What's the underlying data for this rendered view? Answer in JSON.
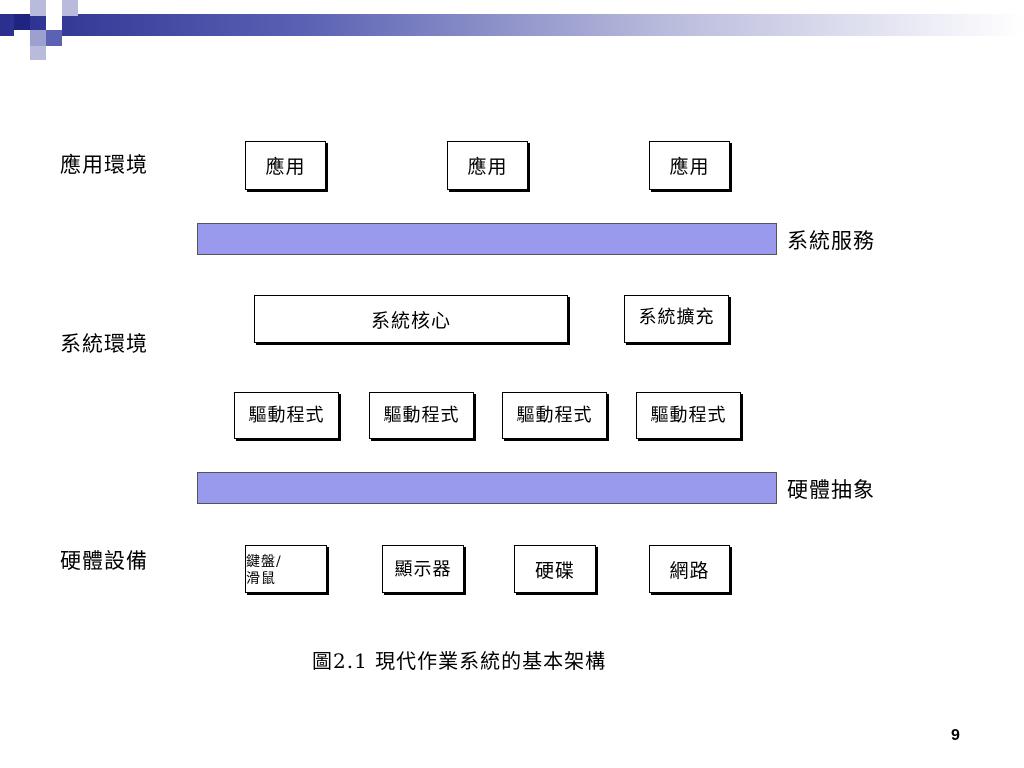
{
  "layers": {
    "application_env": "應用環境",
    "system_env": "系統環境",
    "hardware_devices": "硬體設備"
  },
  "applications": [
    "應用",
    "應用",
    "應用"
  ],
  "system_services": "系統服務",
  "kernel": "系統核心",
  "extension": "系統擴充",
  "drivers": [
    "驅動程式",
    "驅動程式",
    "驅動程式",
    "驅動程式"
  ],
  "hardware_abstraction": "硬體抽象",
  "devices": {
    "keyboard_line1": "鍵盤/",
    "keyboard_line2": "滑鼠",
    "display": "顯示器",
    "disk": "硬碟",
    "network": "網路"
  },
  "caption": "圖2.1  現代作業系統的基本架構",
  "page_number": "9",
  "colors": {
    "band_fill": "#9999ee",
    "top_bar": "#2a2f8f"
  }
}
